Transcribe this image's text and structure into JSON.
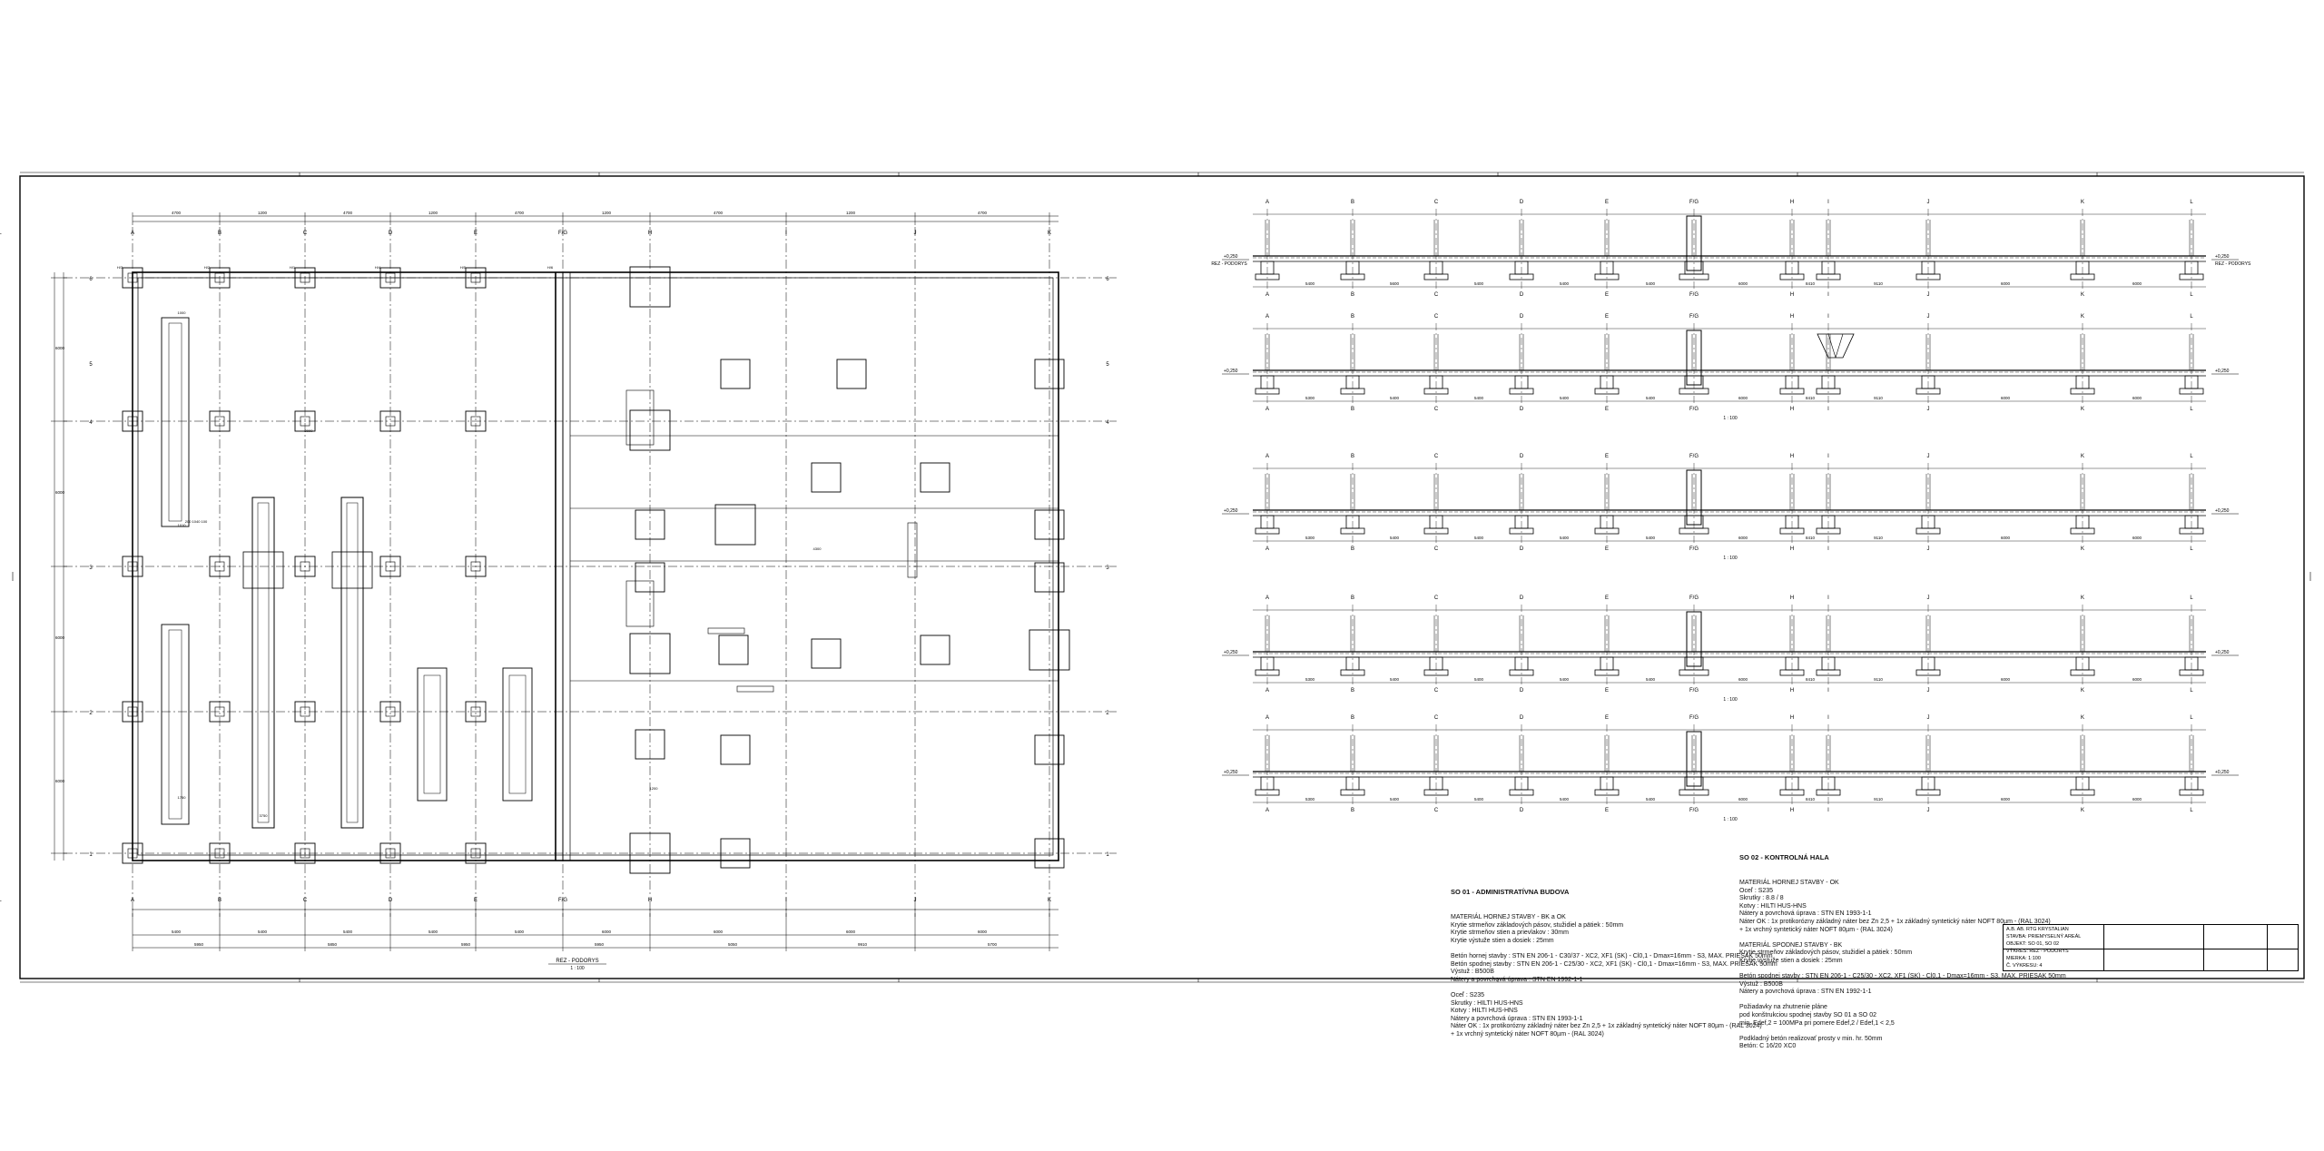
{
  "sheet": {
    "plan": {
      "title": "REZ - PODORYS",
      "scale": "1 : 100",
      "axes": [
        "A",
        "B",
        "C",
        "D",
        "E",
        "F/G",
        "H",
        "I",
        "J",
        "K",
        "L"
      ],
      "row_labels": [
        "6",
        "5",
        "4",
        "3",
        "2",
        "1"
      ],
      "dims_total": [
        "5950",
        "5850",
        "5950",
        "5950",
        "5050",
        "9910",
        "5700"
      ],
      "dims_bottom": [
        "5400",
        "5400",
        "5400",
        "5400",
        "5400",
        "6000",
        "6000",
        "6000",
        "6000",
        "6000"
      ],
      "col_dims": [
        "4700",
        "1200",
        "4700",
        "1200",
        "4700",
        "1200",
        "4700",
        "1200",
        "4700"
      ],
      "row_dims": [
        "6000",
        "6000",
        "6000",
        "6000",
        "6000"
      ],
      "tags": [
        "H/3",
        "H/2",
        "H/1",
        "H/4",
        "H/5",
        "H/6"
      ],
      "inner_labels": [
        "1000",
        "1010",
        "2000",
        "200 1040 100",
        "1750",
        "3750",
        "1200",
        "4300"
      ]
    },
    "sections": [
      {
        "title": "REZ - PODORYS",
        "level_left": "+0,250",
        "level_right": "+0,250",
        "axes": [
          "A",
          "B",
          "C",
          "D",
          "E",
          "F/G",
          "H",
          "I",
          "J",
          "K",
          "L"
        ],
        "dims": [
          "5400",
          "5600",
          "5400",
          "5400",
          "5400",
          "6000",
          "8410",
          "9110",
          "6000",
          "6000"
        ]
      },
      {
        "title": "",
        "level_left": "+0,250",
        "level_right": "+0,250",
        "axes": [
          "A",
          "B",
          "C",
          "D",
          "E",
          "F/G",
          "H",
          "I",
          "J",
          "K",
          "L"
        ],
        "dims": [
          "5300",
          "5400",
          "5400",
          "5400",
          "5400",
          "6000",
          "8410",
          "9110",
          "6000",
          "6000"
        ],
        "scale": "1 : 100"
      },
      {
        "title": "",
        "level_left": "+0,250",
        "level_right": "+0,250",
        "axes": [
          "A",
          "B",
          "C",
          "D",
          "E",
          "F/G",
          "H",
          "I",
          "J",
          "K",
          "L"
        ],
        "dims": [
          "5300",
          "5400",
          "5400",
          "5400",
          "5400",
          "6000",
          "8410",
          "9110",
          "6000",
          "6000"
        ],
        "scale": "1 : 100"
      },
      {
        "title": "",
        "level_left": "+0,250",
        "level_right": "+0,250",
        "axes": [
          "A",
          "B",
          "C",
          "D",
          "E",
          "F/G",
          "H",
          "I",
          "J",
          "K",
          "L"
        ],
        "dims": [
          "5300",
          "5400",
          "5400",
          "5400",
          "5400",
          "6000",
          "8410",
          "9110",
          "6000",
          "6000"
        ],
        "scale": "1 : 100"
      },
      {
        "title": "",
        "level_left": "+0,250",
        "level_right": "+0,250",
        "axes": [
          "A",
          "B",
          "C",
          "D",
          "E",
          "F/G",
          "H",
          "I",
          "J",
          "K",
          "L"
        ],
        "dims": [
          "5300",
          "5400",
          "5400",
          "5400",
          "5400",
          "6000",
          "8410",
          "9110",
          "6000",
          "6000"
        ],
        "scale": "1 : 100"
      }
    ],
    "notes_left": {
      "heading": "SO 01 - ADMINISTRATÍVNA BUDOVA",
      "lines": [
        "MATERIÁL HORNEJ STAVBY - BK a OK",
        "Krytie strmeňov základových pásov, stužidiel a pätiek : 50mm",
        "Krytie strmeňov stien a prievlakov : 30mm",
        "Krytie výstuže stien a dosiek : 25mm",
        "",
        "Betón hornej stavby : STN EN 206-1 - C30/37 - XC2, XF1 (SK) - Cl0,1 - Dmax=16mm - S3, MAX. PRIESAK 50mm",
        "Betón spodnej stavby : STN EN 206-1 - C25/30 - XC2, XF1 (SK) - Cl0,1 - Dmax=16mm - S3, MAX. PRIESAK 50mm",
        "Výstuž : B500B",
        "Nátery a povrchová úprava : STN EN 1992-1-1",
        "",
        "Oceľ : S235",
        "Skrutky : HILTI HUS-HNS",
        "Kotvy : HILTI HUS-HNS",
        "Nátery a povrchová úprava : STN EN 1993-1-1",
        "Náter OK : 1x protikorózny základný náter bez Zn 2,5 + 1x základný syntetický náter NOFT 80µm - (RAL 3024)",
        "+ 1x vrchný syntetický náter NOFT 80µm - (RAL 3024)"
      ]
    },
    "notes_right": {
      "heading": "SO 02 - KONTROLNÁ HALA",
      "lines": [
        "MATERIÁL HORNEJ STAVBY - OK",
        "Oceľ : S235",
        "Skrutky : 8.8 / 8",
        "Kotvy : HILTI HUS-HNS",
        "Nátery a povrchová úprava : STN EN 1993-1-1",
        "Náter OK : 1x protikorózny základný náter bez Zn 2,5 + 1x základný syntetický náter NOFT 80µm - (RAL 3024)",
        "+ 1x vrchný syntetický náter NOFT 80µm - (RAL 3024)",
        "",
        "MATERIÁL SPODNEJ STAVBY - BK",
        "Krytie strmeňov základových pásov, stužidiel a pätiek : 50mm",
        "Krytie výstuže stien a dosiek : 25mm",
        "",
        "Betón spodnej stavby : STN EN 206-1 - C25/30 - XC2, XF1 (SK) - Cl0,1 - Dmax=16mm - S3, MAX. PRIESAK 50mm",
        "Výstuž : B500B",
        "Nátery a povrchová úprava : STN EN 1992-1-1",
        "",
        "Požiadavky na zhutnenie pláne",
        "pod konštrukciou spodnej stavby SO 01 a SO 02",
        "min. Edef,2 = 100MPa pri pomere Edef,2 / Edef,1 < 2,5",
        "",
        "Podkladný betón realizovať prosty v min. hr. 50mm",
        "Betón: C 16/20 XC0"
      ]
    },
    "title_block": {
      "rows": [
        "A.B. AB. RTG KRYSTALIAN",
        "STAVBA: PRIEMYSELNÝ AREÁL",
        "OBJEKT: SO 01, SO 02",
        "VÝKRES: REZ - PODORYS",
        "MIERKA: 1:100",
        "Č. VÝKRESU: 4"
      ]
    }
  }
}
